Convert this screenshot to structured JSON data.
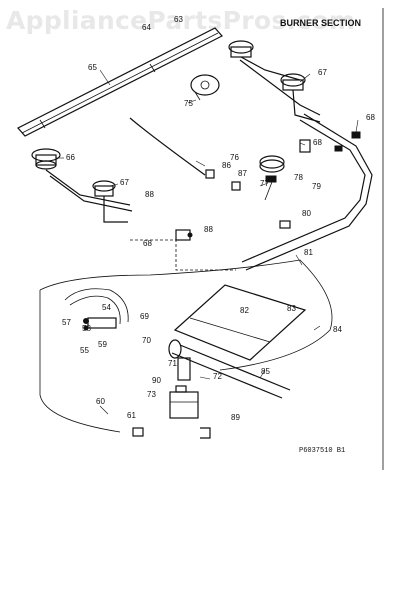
{
  "watermark": "AppliancePartsPros.com",
  "title": "BURNER SECTION",
  "drawing_code": "P6037510 B1",
  "callouts": [
    "63",
    "64",
    "65",
    "75",
    "67",
    "68",
    "68",
    "66",
    "67",
    "76",
    "86",
    "87",
    "77",
    "78",
    "79",
    "88",
    "80",
    "68",
    "88",
    "81",
    "82",
    "83",
    "84",
    "54",
    "57",
    "58",
    "55",
    "59",
    "69",
    "70",
    "71",
    "72",
    "90",
    "73",
    "85",
    "60",
    "61",
    "89"
  ]
}
